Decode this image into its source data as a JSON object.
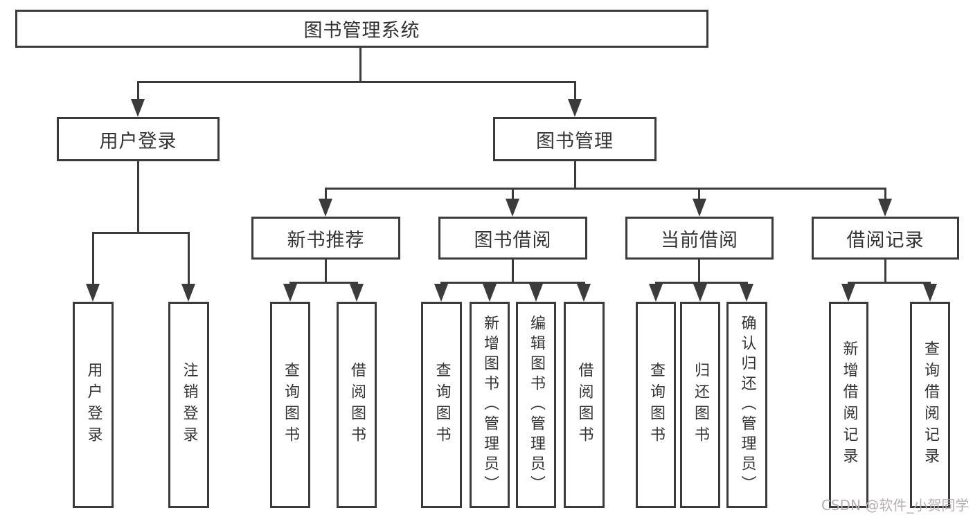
{
  "tree": {
    "root": "图书管理系统",
    "user_login": {
      "label": "用户登录",
      "leaves": [
        "用户登录",
        "注销登录"
      ]
    },
    "book_mgmt": {
      "label": "图书管理"
    },
    "new_books": {
      "label": "新书推荐",
      "leaves": [
        "查询图书",
        "借阅图书"
      ]
    },
    "borrowing": {
      "label": "图书借阅",
      "leaves": [
        "查询图书",
        "新增图书（管理员）",
        "编辑图书（管理员）",
        "借阅图书"
      ]
    },
    "current": {
      "label": "当前借阅",
      "leaves": [
        "查询图书",
        "归还图书",
        "确认归还（管理员）"
      ]
    },
    "records": {
      "label": "借阅记录",
      "leaves": [
        "新增借阅记录",
        "查询借阅记录"
      ]
    }
  },
  "watermark": {
    "text": "CSDN @软件_小贺同学"
  },
  "colors": {
    "line": "#3b3b3b",
    "text": "#333333",
    "watermark": "#b5b0b0",
    "background": "#ffffff"
  }
}
